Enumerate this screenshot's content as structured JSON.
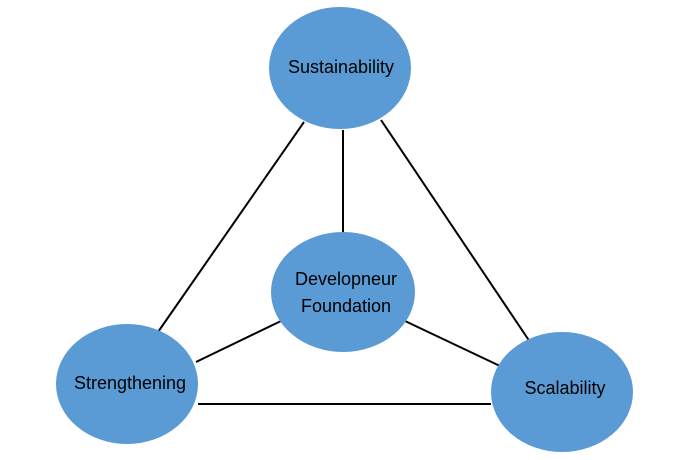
{
  "colors": {
    "node_fill": "#5b9bd5",
    "edge": "#000000",
    "label": "#000000",
    "background": "#ffffff"
  },
  "nodes": {
    "sustainability": {
      "label": "Sustainability"
    },
    "center": {
      "line1": "Developneur",
      "line2": "Foundation"
    },
    "strengthening": {
      "label": "Strengthening"
    },
    "scalability": {
      "label": "Scalability"
    }
  }
}
